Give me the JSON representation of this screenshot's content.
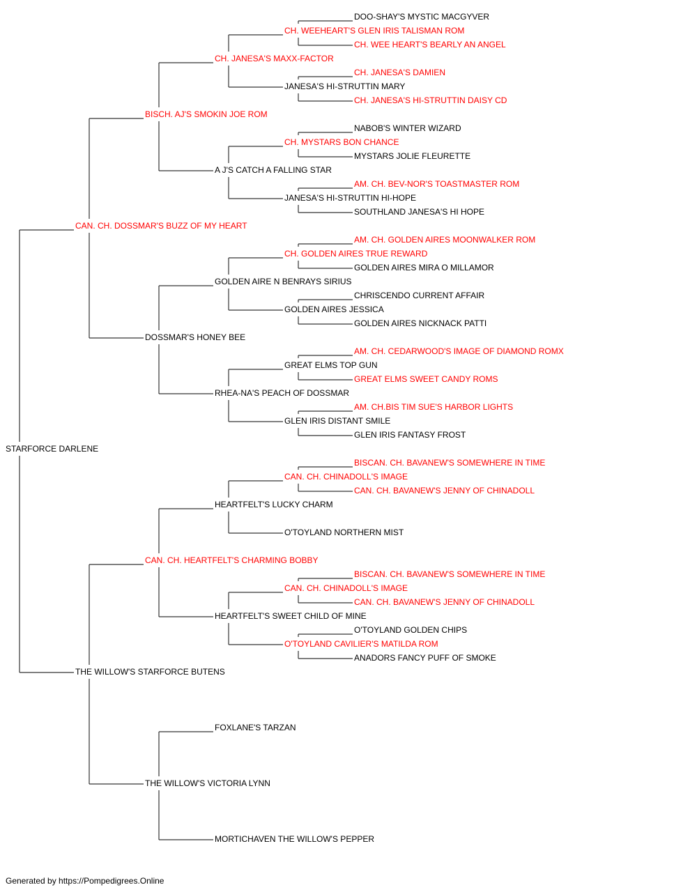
{
  "colors": {
    "champion": "#ff0000",
    "normal": "#000000",
    "line": "#333333"
  },
  "footer": "Generated by https://Pompedigrees.Online",
  "pedigree": {
    "name": "STARFORCE DARLENE",
    "champion": false,
    "sire": {
      "name": "CAN. CH. DOSSMAR'S BUZZ OF MY HEART",
      "champion": true,
      "sire": {
        "name": "BISCH. AJ'S SMOKIN JOE ROM",
        "champion": true,
        "sire": {
          "name": "CH. JANESA'S MAXX-FACTOR",
          "champion": true,
          "sire": {
            "name": "CH. WEEHEART'S GLEN IRIS TALISMAN ROM",
            "champion": true,
            "sire": {
              "name": "DOO-SHAY'S MYSTIC MACGYVER",
              "champion": false
            },
            "dam": {
              "name": "CH. WEE HEART'S BEARLY AN ANGEL",
              "champion": true
            }
          },
          "dam": {
            "name": "JANESA'S HI-STRUTTIN MARY",
            "champion": false,
            "sire": {
              "name": "CH. JANESA'S DAMIEN",
              "champion": true
            },
            "dam": {
              "name": "CH. JANESA'S HI-STRUTTIN DAISY CD",
              "champion": true
            }
          }
        },
        "dam": {
          "name": "A J'S CATCH A FALLING STAR",
          "champion": false,
          "sire": {
            "name": "CH. MYSTARS BON CHANCE",
            "champion": true,
            "sire": {
              "name": "NABOB'S WINTER WIZARD",
              "champion": false
            },
            "dam": {
              "name": "MYSTARS JOLIE FLEURETTE",
              "champion": false
            }
          },
          "dam": {
            "name": "JANESA'S HI-STRUTTIN HI-HOPE",
            "champion": false,
            "sire": {
              "name": "AM. CH. BEV-NOR'S TOASTMASTER ROM",
              "champion": true
            },
            "dam": {
              "name": "SOUTHLAND JANESA'S HI HOPE",
              "champion": false
            }
          }
        }
      },
      "dam": {
        "name": "DOSSMAR'S HONEY BEE",
        "champion": false,
        "sire": {
          "name": "GOLDEN AIRE N BENRAYS SIRIUS",
          "champion": false,
          "sire": {
            "name": "CH. GOLDEN AIRES TRUE REWARD",
            "champion": true,
            "sire": {
              "name": "AM. CH. GOLDEN AIRES MOONWALKER ROM",
              "champion": true
            },
            "dam": {
              "name": "GOLDEN AIRES MIRA O MILLAMOR",
              "champion": false
            }
          },
          "dam": {
            "name": "GOLDEN AIRES JESSICA",
            "champion": false,
            "sire": {
              "name": "CHRISCENDO CURRENT AFFAIR",
              "champion": false
            },
            "dam": {
              "name": "GOLDEN AIRES NICKNACK PATTI",
              "champion": false
            }
          }
        },
        "dam": {
          "name": "RHEA-NA'S PEACH OF DOSSMAR",
          "champion": false,
          "sire": {
            "name": "GREAT ELMS TOP GUN",
            "champion": false,
            "sire": {
              "name": "AM. CH. CEDARWOOD'S IMAGE OF DIAMOND ROMX",
              "champion": true
            },
            "dam": {
              "name": "GREAT ELMS SWEET CANDY ROMS",
              "champion": true
            }
          },
          "dam": {
            "name": "GLEN IRIS DISTANT SMILE",
            "champion": false,
            "sire": {
              "name": "AM. CH.BIS TIM SUE'S HARBOR LIGHTS",
              "champion": true
            },
            "dam": {
              "name": "GLEN IRIS FANTASY FROST",
              "champion": false
            }
          }
        }
      }
    },
    "dam": {
      "name": "THE WILLOW'S STARFORCE BUTENS",
      "champion": false,
      "sire": {
        "name": "CAN. CH. HEARTFELT'S CHARMING BOBBY",
        "champion": true,
        "sire": {
          "name": "HEARTFELT'S LUCKY CHARM",
          "champion": false,
          "sire": {
            "name": "CAN. CH. CHINADOLL'S IMAGE",
            "champion": true,
            "sire": {
              "name": "BISCAN. CH. BAVANEW'S SOMEWHERE IN TIME",
              "champion": true
            },
            "dam": {
              "name": "CAN. CH. BAVANEW'S JENNY OF CHINADOLL",
              "champion": true
            }
          },
          "dam": {
            "name": "O'TOYLAND NORTHERN MIST",
            "champion": false
          }
        },
        "dam": {
          "name": "HEARTFELT'S SWEET CHILD OF MINE",
          "champion": false,
          "sire": {
            "name": "CAN. CH. CHINADOLL'S IMAGE",
            "champion": true,
            "sire": {
              "name": "BISCAN. CH. BAVANEW'S SOMEWHERE IN TIME",
              "champion": true
            },
            "dam": {
              "name": "CAN. CH. BAVANEW'S JENNY OF CHINADOLL",
              "champion": true
            }
          },
          "dam": {
            "name": "O'TOYLAND CAVILIER'S MATILDA ROM",
            "champion": true,
            "sire": {
              "name": "O'TOYLAND GOLDEN CHIPS",
              "champion": false
            },
            "dam": {
              "name": "ANADORS FANCY PUFF OF SMOKE",
              "champion": false
            }
          }
        }
      },
      "dam": {
        "name": "THE WILLOW'S VICTORIA LYNN",
        "champion": false,
        "sire": {
          "name": "FOXLANE'S TARZAN",
          "champion": false
        },
        "dam": {
          "name": "MORTICHAVEN THE WILLOW'S PEPPER",
          "champion": false
        }
      }
    }
  }
}
